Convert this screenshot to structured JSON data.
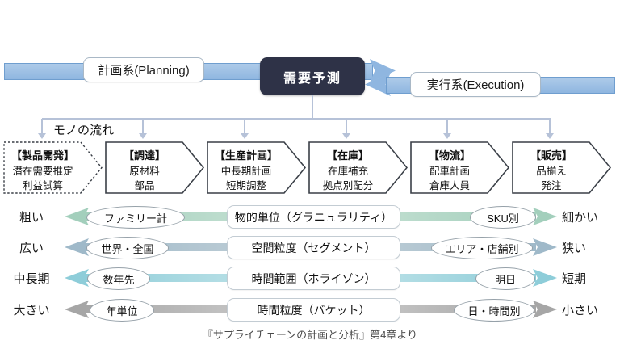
{
  "top": {
    "planning_label": "計画系(Planning)",
    "execution_label": "実行系(Execution)",
    "demand_forecast": "需要予測",
    "flow_label": "モノの流れ"
  },
  "process_boxes": [
    {
      "title": "【製品開発】",
      "line2": "潜在需要推定",
      "line3": "利益試算",
      "border": "dashed"
    },
    {
      "title": "【調達】",
      "line2": "原材料",
      "line3": "部品",
      "border": "solid"
    },
    {
      "title": "【生産計画】",
      "line2": "中長期計画",
      "line3": "短期調整",
      "border": "solid"
    },
    {
      "title": "【在庫】",
      "line2": "在庫補充",
      "line3": "拠点別配分",
      "border": "solid"
    },
    {
      "title": "【物流】",
      "line2": "配車計画",
      "line3": "倉庫人員",
      "border": "solid"
    },
    {
      "title": "【販売】",
      "line2": "品揃え",
      "line3": "発注",
      "border": "solid"
    }
  ],
  "scales": [
    {
      "left": "粗い",
      "left_oval": "ファミリー計",
      "center": "物的単位（グラニュラリティ）",
      "right_oval": "SKU別",
      "right": "細かい",
      "bar_color": "#bcdccd",
      "head_color": "#a3cfbc"
    },
    {
      "left": "広い",
      "left_oval": "世界・全国",
      "center": "空間粒度（セグメント）",
      "right_oval": "エリア・店舗別",
      "right": "狭い",
      "bar_color": "#b7c9d3",
      "head_color": "#9fb9c9"
    },
    {
      "left": "中長期",
      "left_oval": "数年先",
      "center": "時間範囲（ホライゾン）",
      "right_oval": "明日",
      "right": "短期",
      "bar_color": "#b2dde4",
      "head_color": "#8ecdd9"
    },
    {
      "left": "大きい",
      "left_oval": "年単位",
      "center": "時間粒度（バケット）",
      "right_oval": "日・時間別",
      "right": "小さい",
      "bar_color": "#c0c0c0",
      "head_color": "#a6a6a6"
    }
  ],
  "caption": "『サプライチェーンの計画と分析』第4章より",
  "colors": {
    "planning_arrow": "#8fb6e0",
    "demand_box": "#2e3247",
    "connector": "#b6c2d8"
  }
}
